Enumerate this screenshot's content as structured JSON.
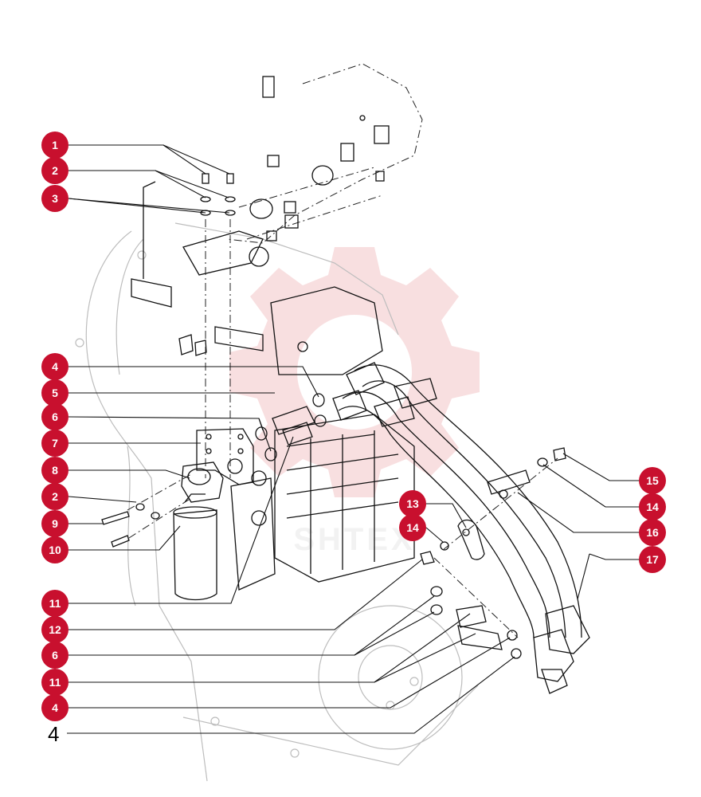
{
  "colors": {
    "callout_fill": "#c8102e",
    "callout_text": "#ffffff",
    "watermark": "#f2c4c6",
    "line": "#111111",
    "faint_line": "#bdbdbd"
  },
  "callouts": [
    {
      "id": "c1",
      "label": "1"
    },
    {
      "id": "c2a",
      "label": "2"
    },
    {
      "id": "c3",
      "label": "3"
    },
    {
      "id": "c4a",
      "label": "4"
    },
    {
      "id": "c5",
      "label": "5"
    },
    {
      "id": "c6a",
      "label": "6"
    },
    {
      "id": "c7",
      "label": "7"
    },
    {
      "id": "c8",
      "label": "8"
    },
    {
      "id": "c2b",
      "label": "2"
    },
    {
      "id": "c9",
      "label": "9"
    },
    {
      "id": "c10",
      "label": "10"
    },
    {
      "id": "c11a",
      "label": "11"
    },
    {
      "id": "c12",
      "label": "12"
    },
    {
      "id": "c6b",
      "label": "6"
    },
    {
      "id": "c11b",
      "label": "11"
    },
    {
      "id": "c4b",
      "label": "4"
    },
    {
      "id": "c13",
      "label": "13"
    },
    {
      "id": "c14a",
      "label": "14"
    },
    {
      "id": "c15",
      "label": "15"
    },
    {
      "id": "c14b",
      "label": "14"
    },
    {
      "id": "c16",
      "label": "16"
    },
    {
      "id": "c17",
      "label": "17"
    }
  ],
  "plain_label": "4",
  "watermark_text": "SHTEX"
}
